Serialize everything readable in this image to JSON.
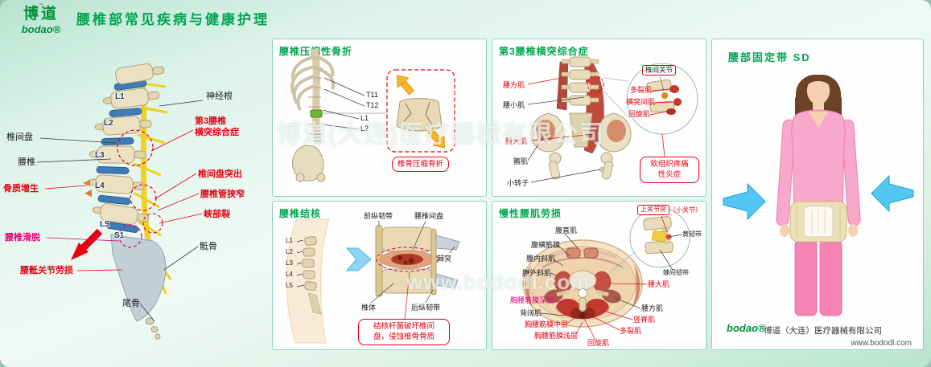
{
  "header": {
    "logo_chinese": "博道",
    "logo_bird": "~",
    "logo_brand": "bodao®",
    "title": "腰椎部常见疾病与健康护理"
  },
  "watermarks": {
    "company": "博道(大连)医疗器械有限公司",
    "url": "www.bododl.com"
  },
  "anatomy": {
    "vertebrae": [
      "L1",
      "L2",
      "L3",
      "L4",
      "L5",
      "S1"
    ],
    "nerve_root": "神经根",
    "disc": "椎间盘",
    "lumbar": "腰椎",
    "l3_syndrome": "第3腰椎\n横突综合症",
    "disc_herniation": "椎间盘突出",
    "bone_hyperplasia": "骨质增生",
    "spinal_stenosis": "腰椎管狭窄",
    "isthmus_fissure": "峡部裂",
    "spondylolisthesis": "腰椎滑脱",
    "sacrum": "骶骨",
    "lumbosacral_strain": "腰骶关节劳损",
    "coccyx": "尾骨"
  },
  "panel_fracture": {
    "title": "腰椎压缩性骨折",
    "levels": [
      "T11",
      "T12",
      "L1",
      "L2"
    ],
    "callout": "椎骨压缩骨折"
  },
  "panel_transverse": {
    "title": "第3腰椎横突综合症",
    "quadratus": "腰方肌",
    "psoas_minor": "腰小肌",
    "psoas_major": "腰大肌",
    "iliacus": "髂肌",
    "lesser_trochanter": "小转子",
    "facet_joint": "椎间关节",
    "multifidus": "多裂肌",
    "intertransverse": "横突间肌",
    "rotatores": "回旋肌",
    "callout": "软组织疼痛\n性炎症"
  },
  "panel_tb": {
    "title": "腰椎结核",
    "levels": [
      "L1",
      "L2",
      "L3",
      "L4",
      "L5"
    ],
    "anterior_ligament": "前纵韧带",
    "disc": "腰椎间盘",
    "spinous_process": "棘突",
    "vertebral_body": "椎体",
    "posterior_ligament": "后纵韧带",
    "callout": "结核杆菌破坏椎间\n盘，侵蚀椎骨骨质"
  },
  "panel_strain": {
    "title": "慢性腰肌劳损",
    "rectus_abdominis": "腹直肌",
    "transversalis_fascia": "腹横筋膜",
    "internal_oblique": "腹内斜肌",
    "external_oblique": "腹外斜肌",
    "tlf_deep": "胸腰筋膜深层",
    "latissimus": "背阔肌",
    "tlf_middle": "胸腰筋膜中层",
    "tlf_superficial": "胸腰筋膜浅层",
    "rotatores": "回旋肌",
    "multifidus": "多裂肌",
    "erector_spinae": "竖脊肌",
    "quadratus": "腰方肌",
    "psoas_major": "腰大肌",
    "facet_badge": "上关节突",
    "facet_paren": "（小关节）",
    "yellow_ligament": "黄韧带",
    "interspinous_ligament": "棘间韧带"
  },
  "product": {
    "title": "腰部固定带 SD",
    "brand": "bodao®",
    "company": "博道（大连）医疗器械有限公司",
    "url": "www.bododl.com"
  },
  "colors": {
    "green": "#00a651",
    "red": "#e60012",
    "magenta": "#e4007f",
    "panel_border": "#8fd3bd"
  }
}
